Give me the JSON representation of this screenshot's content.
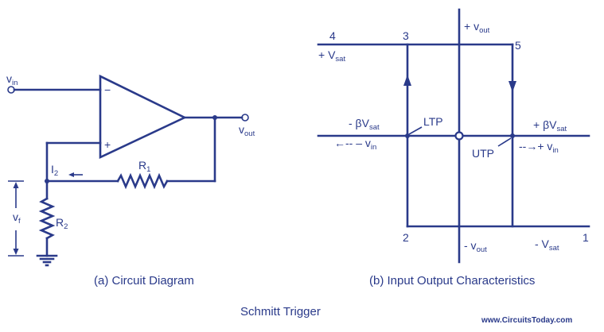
{
  "circuit": {
    "vin_label": "v",
    "vin_sub": "in",
    "vout_label": "v",
    "vout_sub": "out",
    "minus_sign": "−",
    "plus_sign": "+",
    "i2_label": "I",
    "i2_sub": "2",
    "r1_label": "R",
    "r1_sub": "1",
    "r2_label": "R",
    "r2_sub": "2",
    "vf_label": "v",
    "vf_sub": "f",
    "caption": "(a) Circuit Diagram"
  },
  "graph": {
    "point_4": "4",
    "point_3": "3",
    "point_5": "5",
    "point_2": "2",
    "point_1": "1",
    "pos_vsat_label": "+ V",
    "pos_vsat_sub": "sat",
    "neg_vsat_label": "- V",
    "neg_vsat_sub": "sat",
    "neg_bvsat_label": "-  βV",
    "neg_bvsat_sub": "sat",
    "pos_bvsat_label": "+  βV",
    "pos_bvsat_sub": "sat",
    "ltp_label": "LTP",
    "utp_label": "UTP",
    "pos_vout_label": "+ v",
    "pos_vout_sub": "out",
    "neg_vout_label": "- v",
    "neg_vout_sub": "out",
    "neg_vin_label": "←-- – v",
    "neg_vin_sub": "in",
    "pos_vin_label": "--→+  v",
    "pos_vin_sub": "in",
    "caption": "(b) Input Output Characteristics"
  },
  "title": "Schmitt Trigger",
  "website": "www.CircuitsToday.com",
  "colors": {
    "ink": "#2a3a8a",
    "background": "#ffffff"
  }
}
